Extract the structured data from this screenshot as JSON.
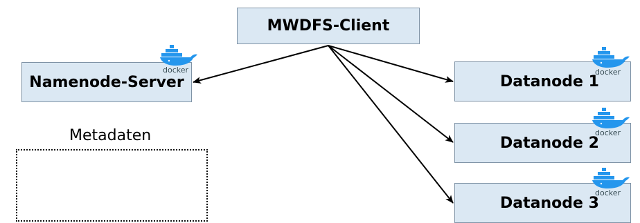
{
  "nodes": {
    "client": "MWDFS-Client",
    "namenode": "Namenode-Server",
    "datanode1": "Datanode 1",
    "datanode2": "Datanode 2",
    "datanode3": "Datanode 3"
  },
  "metadata": {
    "label": "Metadaten"
  },
  "docker_badge": {
    "text": "docker",
    "icon": "docker-whale-icon"
  },
  "edges": [
    {
      "from": "MWDFS-Client",
      "to": "Namenode-Server"
    },
    {
      "from": "MWDFS-Client",
      "to": "Datanode 1"
    },
    {
      "from": "MWDFS-Client",
      "to": "Datanode 2"
    },
    {
      "from": "MWDFS-Client",
      "to": "Datanode 3"
    }
  ],
  "colors": {
    "node_fill": "#dbe8f3",
    "node_border": "#7f93a6",
    "docker_blue": "#2496ed",
    "arrow": "#000000"
  }
}
